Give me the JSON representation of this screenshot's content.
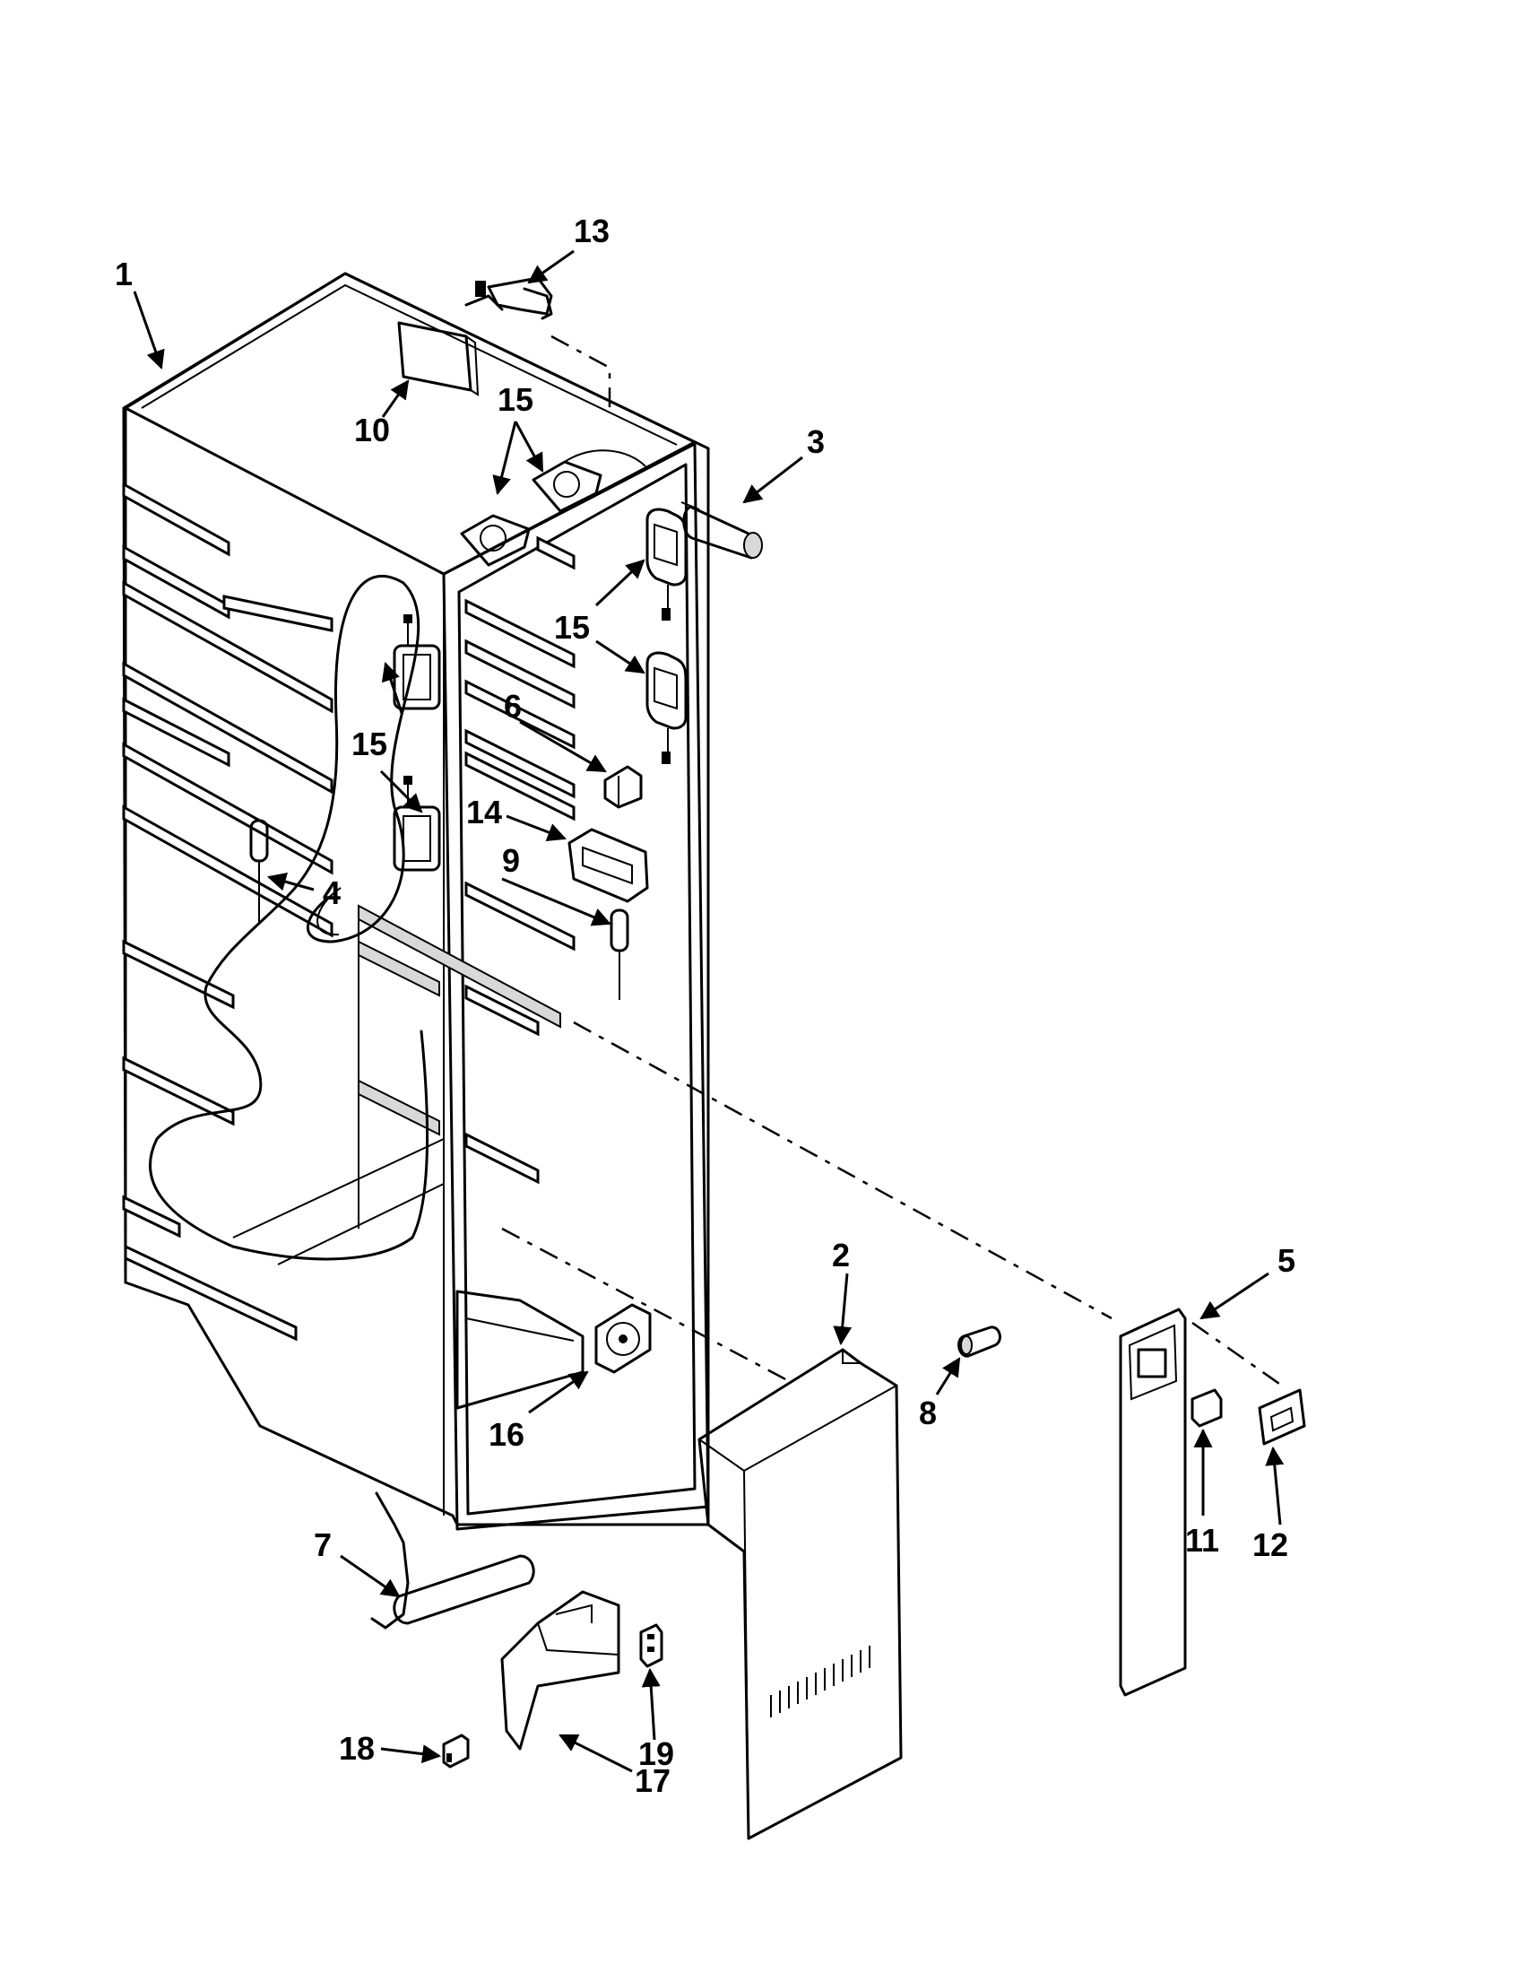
{
  "callouts": [
    {
      "id": "1",
      "label": "1"
    },
    {
      "id": "2",
      "label": "2"
    },
    {
      "id": "3",
      "label": "3"
    },
    {
      "id": "4",
      "label": "4"
    },
    {
      "id": "5",
      "label": "5"
    },
    {
      "id": "6",
      "label": "6"
    },
    {
      "id": "7",
      "label": "7"
    },
    {
      "id": "8",
      "label": "8"
    },
    {
      "id": "9",
      "label": "9"
    },
    {
      "id": "10",
      "label": "10"
    },
    {
      "id": "11",
      "label": "11"
    },
    {
      "id": "12",
      "label": "12"
    },
    {
      "id": "13",
      "label": "13"
    },
    {
      "id": "14",
      "label": "14"
    },
    {
      "id": "15a",
      "label": "15"
    },
    {
      "id": "15b",
      "label": "15"
    },
    {
      "id": "15c",
      "label": "15"
    },
    {
      "id": "16",
      "label": "16"
    },
    {
      "id": "17",
      "label": "17"
    },
    {
      "id": "18",
      "label": "18"
    },
    {
      "id": "19",
      "label": "19"
    }
  ]
}
